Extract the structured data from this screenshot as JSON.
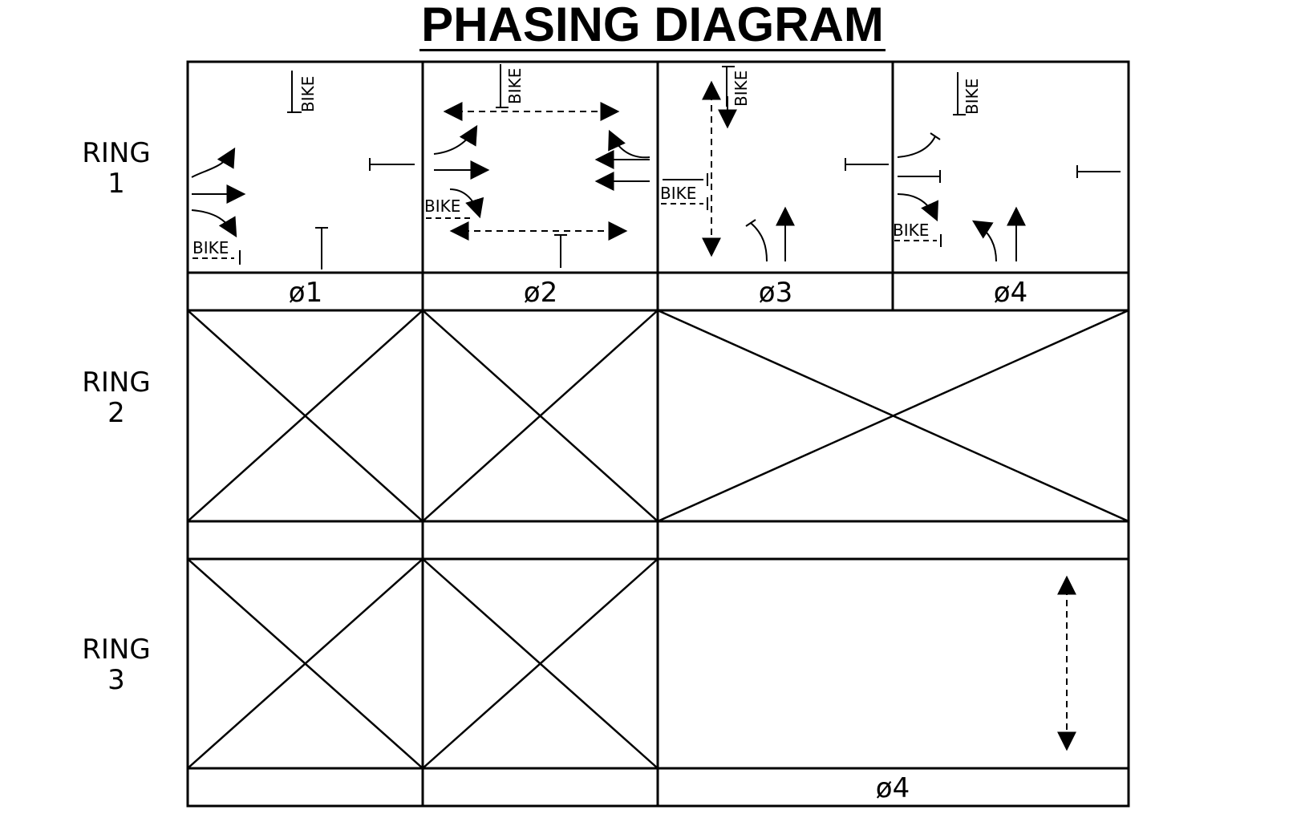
{
  "title": "PHASING DIAGRAM",
  "rings": [
    {
      "word": "RING",
      "number": "1"
    },
    {
      "word": "RING",
      "number": "2"
    },
    {
      "word": "RING",
      "number": "3"
    }
  ],
  "ring1_phases": [
    "ø1",
    "ø2",
    "ø3",
    "ø4"
  ],
  "ring3_phases": [
    "",
    "",
    "ø4"
  ],
  "bike_label": "BIKE"
}
